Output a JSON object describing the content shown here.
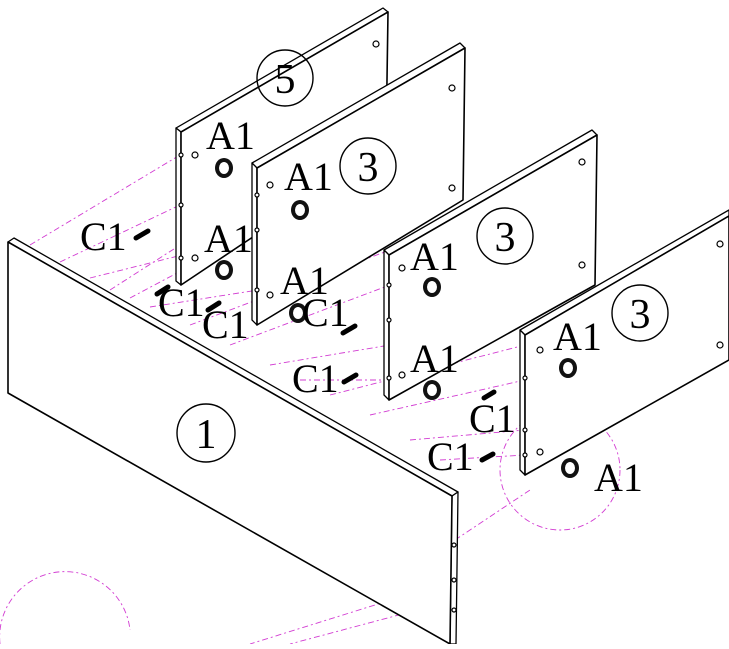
{
  "diagram": {
    "panels": [
      {
        "id": "panel-1",
        "number": "1"
      },
      {
        "id": "panel-5",
        "number": "5"
      },
      {
        "id": "panel-3a",
        "number": "3"
      },
      {
        "id": "panel-3b",
        "number": "3"
      },
      {
        "id": "panel-3c",
        "number": "3"
      }
    ],
    "hardware": {
      "cam_lock": "A1",
      "dowel": "C1"
    },
    "colors": {
      "line": "#000000",
      "guide": "#d23cd2",
      "background": "#ffffff"
    }
  }
}
